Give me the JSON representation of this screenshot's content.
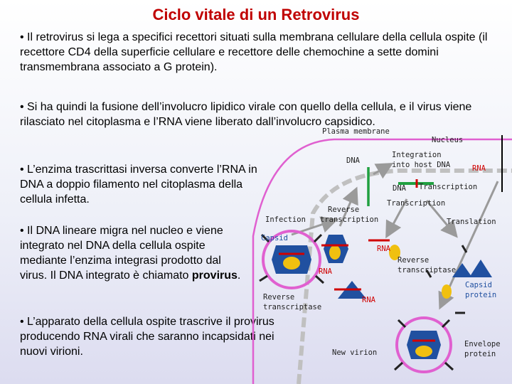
{
  "title": "Ciclo vitale di un Retrovirus",
  "paragraphs": {
    "p1": "• Il retrovirus si lega a specifici recettori situati sulla membrana cellulare della cellula ospite (il recettore CD4 della superficie cellulare e recettore delle chemochine a sette domini transmembrana associato a G protein).",
    "p2": "• Si ha quindi la fusione dell’involucro lipidico virale  con quello della cellula, e il virus viene rilasciato nel citoplasma e l’RNA viene liberato dall’involucro capsidico.",
    "p3": "• L’enzima trascrittasi inversa converte l’RNA in DNA a doppio filamento nel citoplasma della cellula infetta.",
    "p4_main": "• Il DNA lineare migra nel nucleo e viene integrato nel DNA della cellula ospite mediante l’enzima integrasi prodotto dal virus. Il DNA integrato è chiamato ",
    "p4_bold": "provirus",
    "p4_end": ".",
    "p5": "• L’apparato della cellula ospite trascrive il provirus producendo RNA virali che saranno incapsidati nei nuovi virioni."
  },
  "diagram_labels": {
    "plasma_membrane": "Plasma membrane",
    "nucleus": "Nucleus",
    "dna_1": "DNA",
    "integration": "Integration",
    "into_host_dna": "into host DNA",
    "rna_nucleus": "RNA",
    "dna_2": "DNA",
    "transcription_1": "Transcription",
    "transcription_2": "Transcription",
    "reverse": "Reverse",
    "transcription_3": "transcription",
    "translation": "Translation",
    "infection": "Infection",
    "capsid": "Capsid",
    "rna_1": "RNA",
    "rna_2": "RNA",
    "reverse_2": "Reverse",
    "transcriptase_1": "transcriptase",
    "capsid_2": "Capsid",
    "protein": "protein",
    "rna_3": "RNA",
    "reverse_3": "Reverse",
    "transcriptase_2": "transcriptase",
    "envelope": "Envelope",
    "protein_2": "protein",
    "new_virion": "New virion"
  },
  "colors": {
    "title": "#c00000",
    "membrane": "#e060d0",
    "nucleus_membrane": "#c0c0c0",
    "dna": "#20a040",
    "rna": "#d00000",
    "capsid": "#2050a0",
    "yellow": "#f0c010",
    "label_red": "#d00000"
  }
}
